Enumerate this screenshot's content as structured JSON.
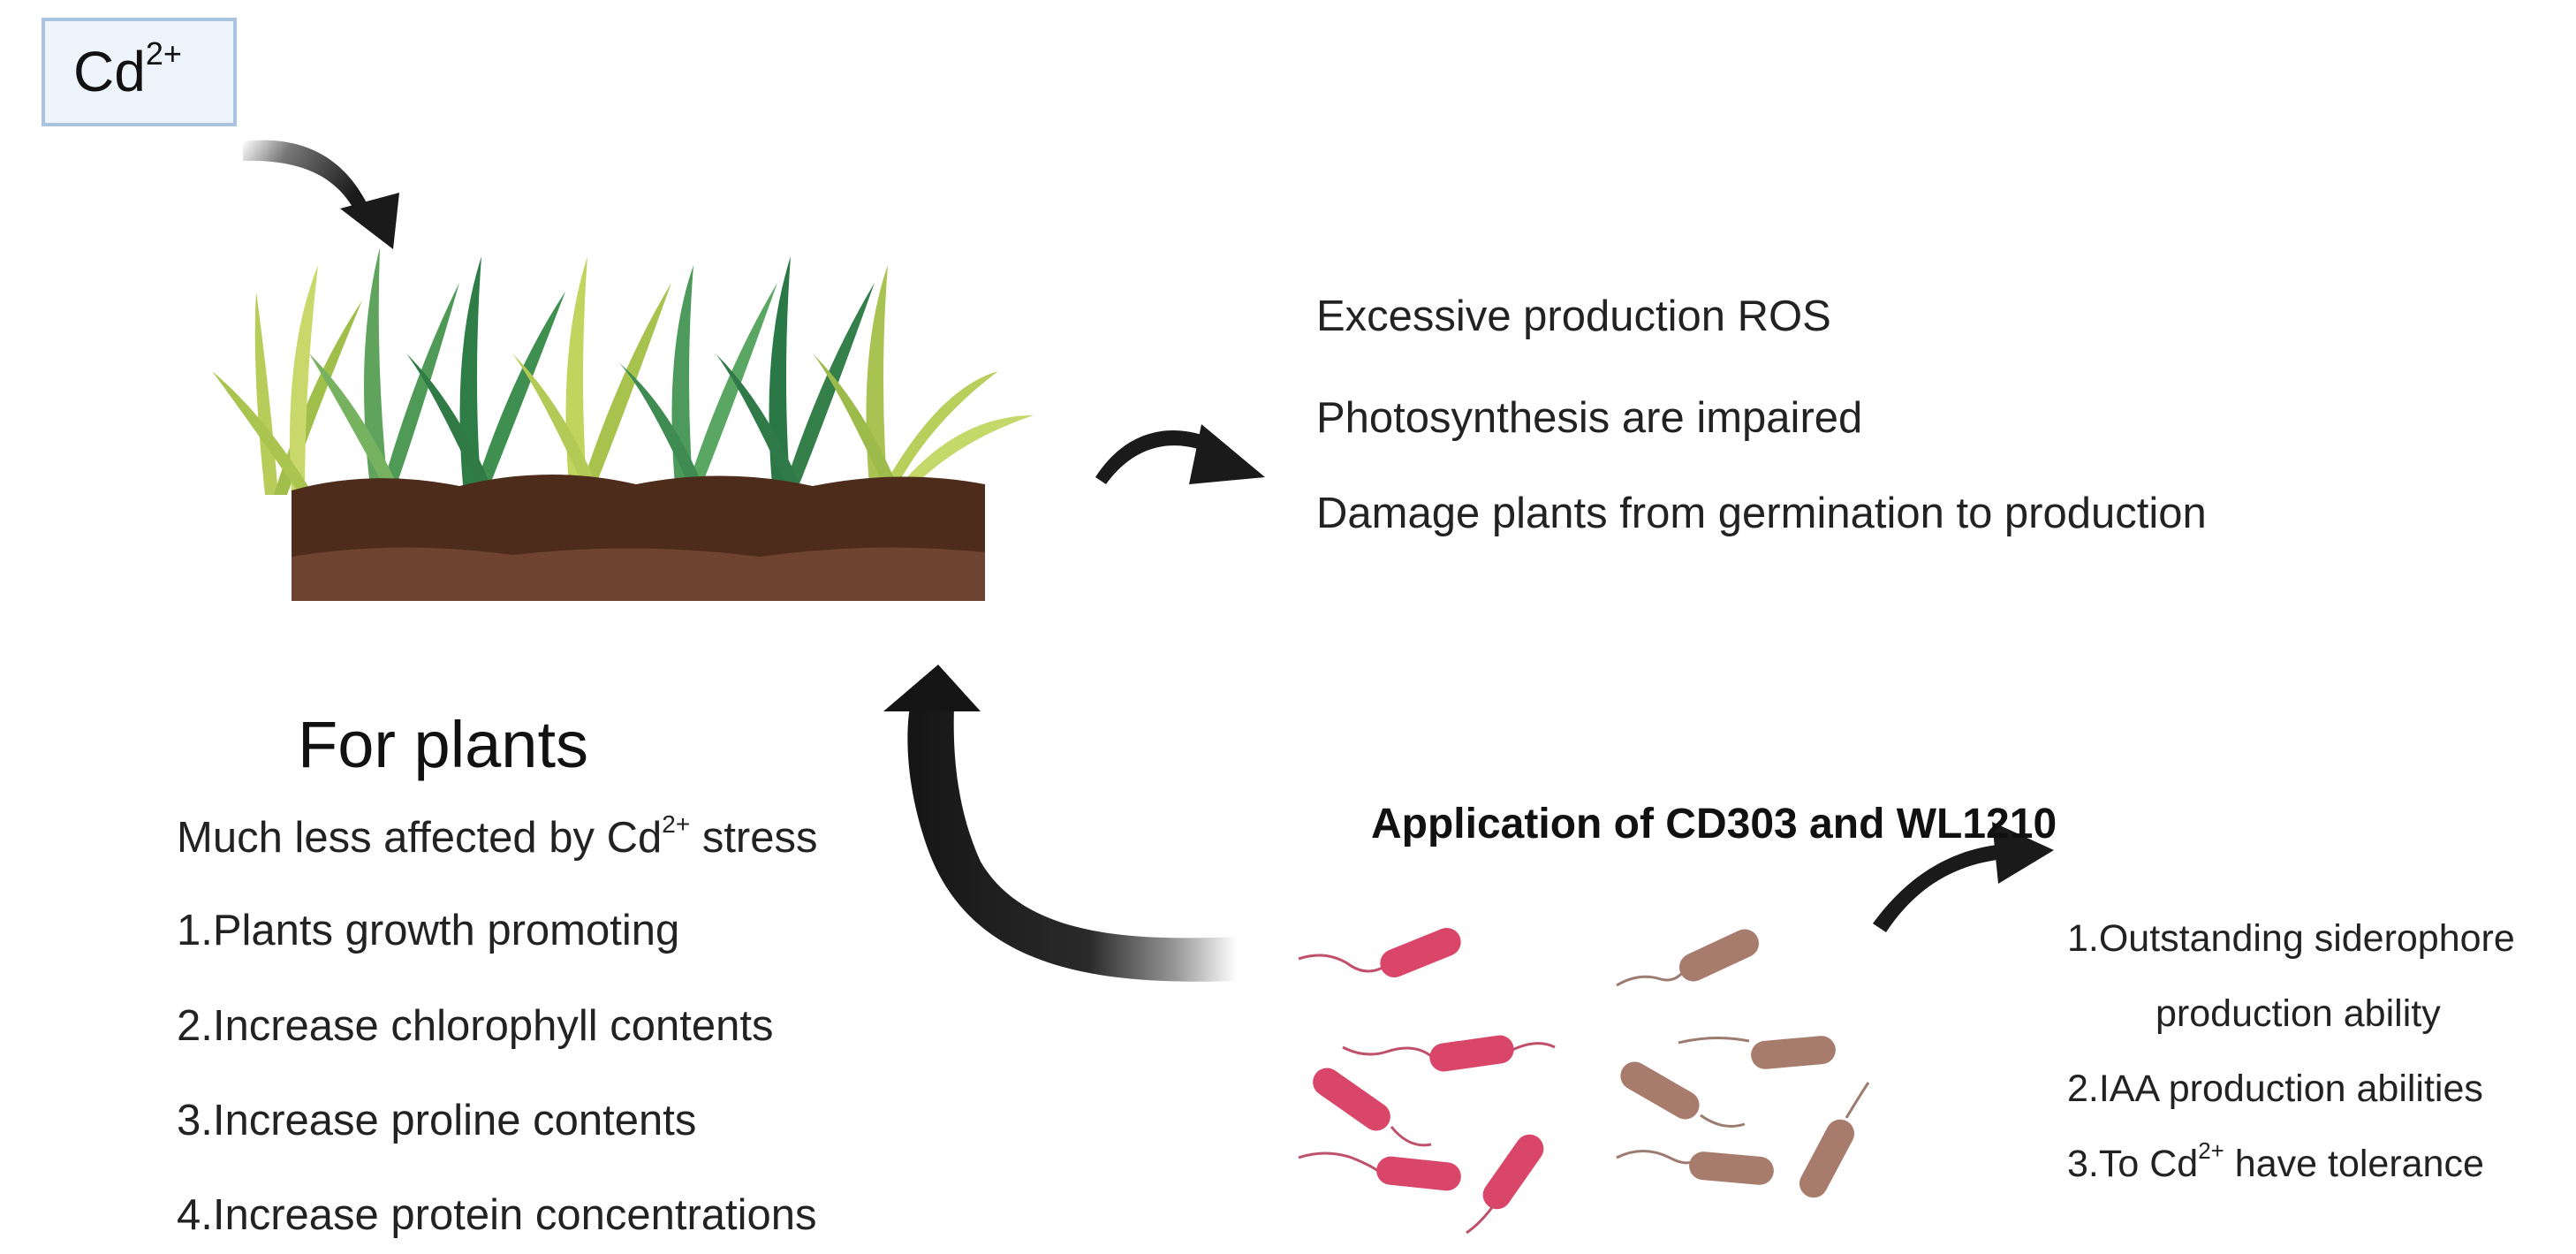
{
  "cd_label": {
    "main": "Cd",
    "sup": "2+"
  },
  "effects": [
    "Excessive production ROS",
    "Photosynthesis are impaired",
    "Damage plants from germination to production"
  ],
  "for_plants": {
    "title": "For plants",
    "subtitle_prefix": "Much less affected by Cd",
    "subtitle_sup": "2+",
    "subtitle_suffix": " stress",
    "benefits": [
      "1.Plants growth promoting",
      "2.Increase chlorophyll contents",
      "3.Increase proline contents",
      "4.Increase protein concentrations"
    ]
  },
  "application": {
    "title": "Application of CD303 and WL1210",
    "properties_line1": "1.Outstanding siderophore",
    "properties_line2": "production ability",
    "properties_line3": "2.IAA production abilities",
    "properties_line4_prefix": "3.To Cd",
    "properties_line4_sup": "2+",
    "properties_line4_suffix": " have tolerance"
  },
  "colors": {
    "soil_dark": "#4e2c1c",
    "soil_light": "#6e4330",
    "grass_dark": "#2e7d46",
    "grass_light": "#b8cc5a",
    "bacteria_pink": "#d9466a",
    "bacteria_brown": "#a87c6c",
    "arrow": "#1a1a1a"
  }
}
